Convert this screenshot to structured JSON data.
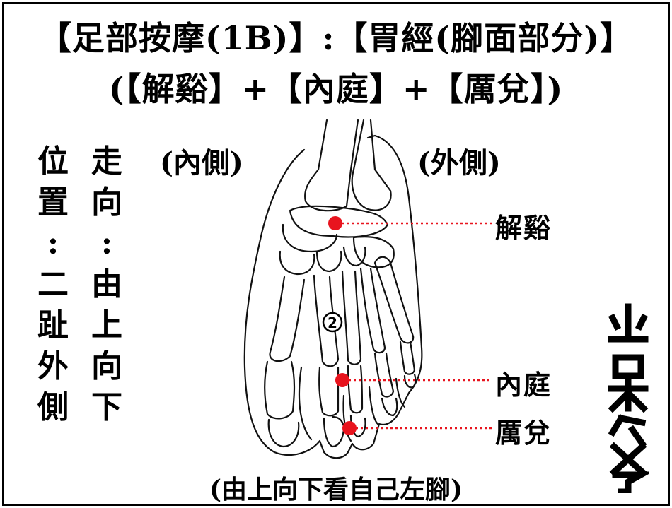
{
  "title": "【足部按摩(1B)】:【胃經(腳面部分)】",
  "subtitle": "(【解谿】+【內庭】+【厲兌】)",
  "position_col": [
    "位",
    "置",
    ":",
    "二",
    "趾",
    "外",
    "側"
  ],
  "direction_col": [
    "走",
    "向",
    ":",
    "由",
    "上",
    "向",
    "下"
  ],
  "inner_side": "(內側)",
  "outer_side": "(外側)",
  "meridian_number": "2",
  "points": [
    {
      "label": "解谿"
    },
    {
      "label": "內庭"
    },
    {
      "label": "厲兌"
    }
  ],
  "caption": "(由上向下看自己左腳)",
  "colors": {
    "point": "#e8141e",
    "line": "#000000",
    "frame": "#000000"
  },
  "logo": "brand-logo-glyph"
}
